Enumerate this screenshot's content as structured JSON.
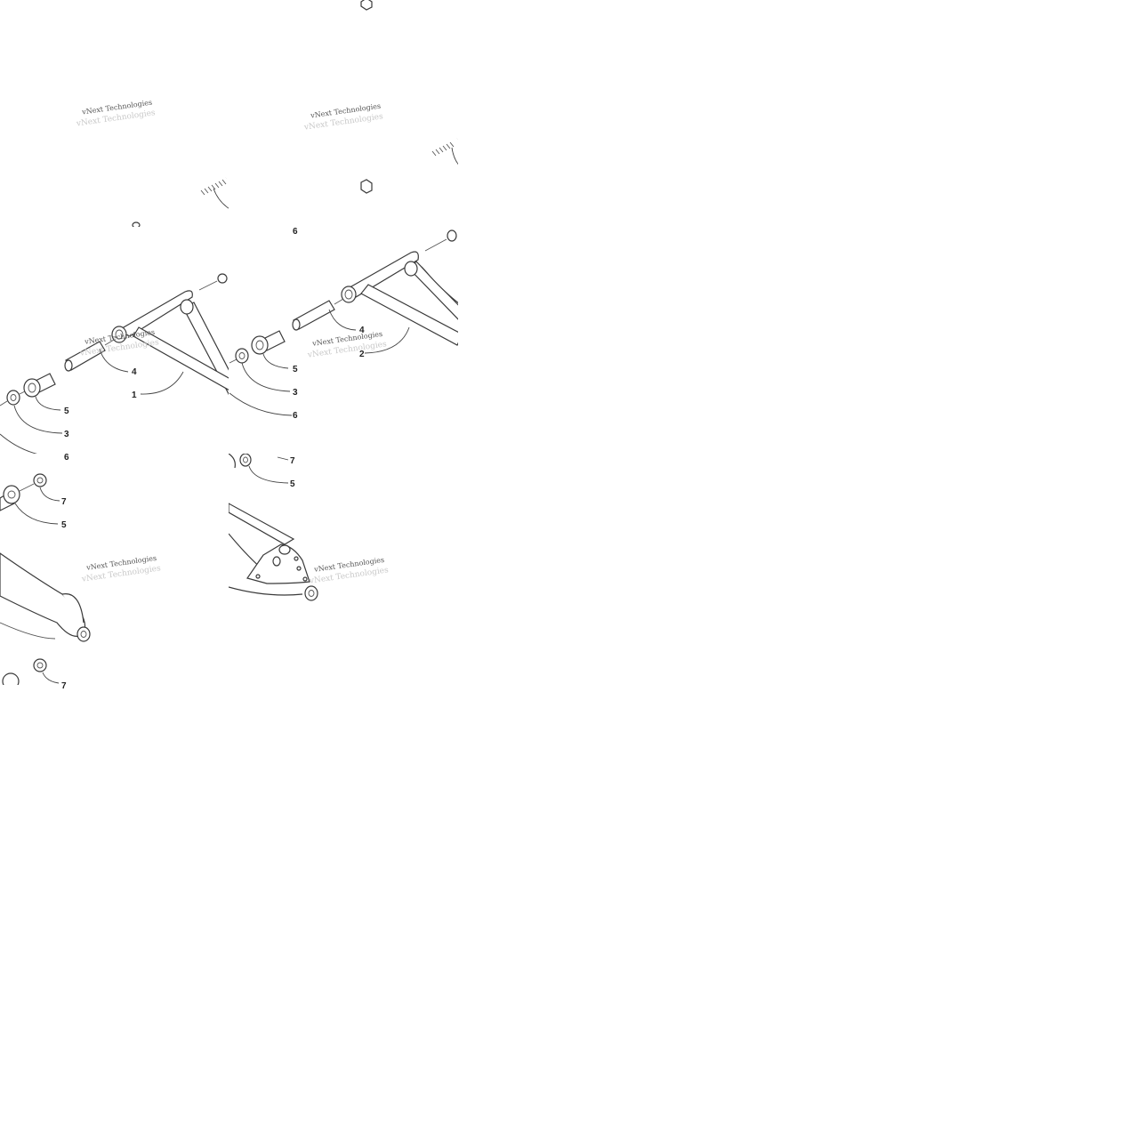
{
  "diagram": {
    "watermark_text": "vNext Technologies",
    "callouts": {
      "left_panel": [
        {
          "number": "1"
        },
        {
          "number": "4"
        },
        {
          "number": "5"
        },
        {
          "number": "3"
        },
        {
          "number": "6"
        },
        {
          "number": "7"
        },
        {
          "number": "5"
        },
        {
          "number": "7"
        }
      ],
      "right_panel": [
        {
          "number": "6"
        },
        {
          "number": "4"
        },
        {
          "number": "2"
        },
        {
          "number": "5"
        },
        {
          "number": "3"
        },
        {
          "number": "6"
        },
        {
          "number": "7"
        },
        {
          "number": "5"
        }
      ]
    }
  }
}
